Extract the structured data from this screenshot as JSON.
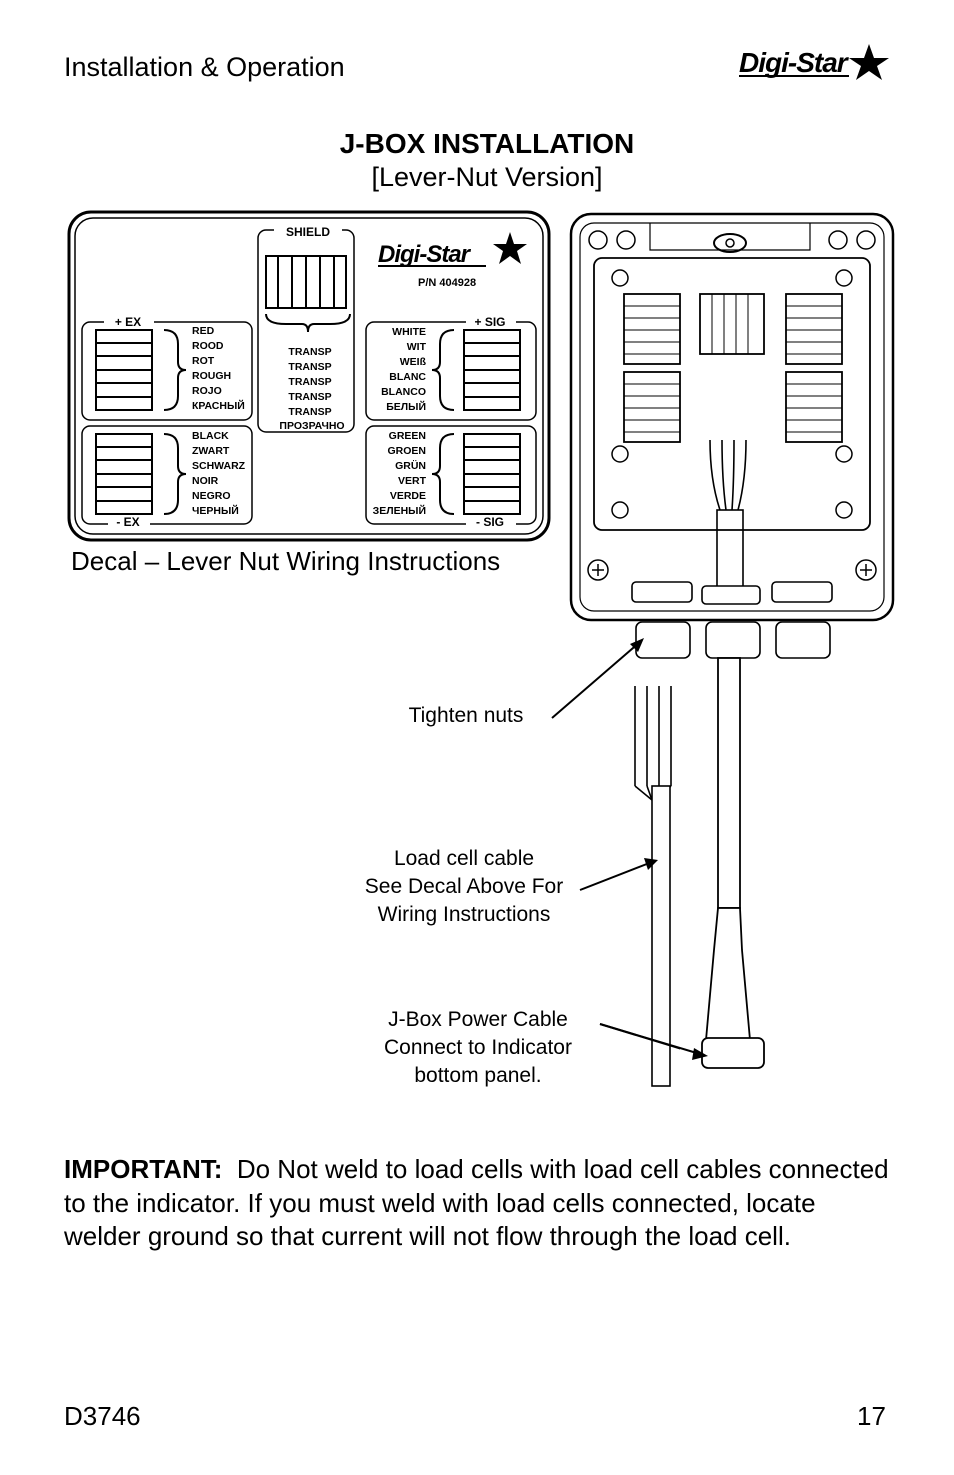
{
  "header": {
    "title": "Installation & Operation",
    "logo": "Digi-Star"
  },
  "page_title": "J-BOX INSTALLATION",
  "page_subtitle": "[Lever-Nut Version]",
  "decal": {
    "brand": "Digi-Star",
    "part_number": "P/N 404928",
    "shield_label": "SHIELD",
    "shield_words": [
      "TRANSP",
      "TRANSP",
      "TRANSP",
      "TRANSP",
      "TRANSP",
      "ПРОЗРАЧНО"
    ],
    "ex_plus_label": "+ EX",
    "ex_plus_words": [
      "RED",
      "ROOD",
      "ROT",
      "ROUGH",
      "ROJO",
      "КРАСНЫЙ"
    ],
    "ex_minus_label": "- EX",
    "ex_minus_words": [
      "BLACK",
      "ZWART",
      "SCHWARZ",
      "NOIR",
      "NEGRO",
      "ЧЕРНЫЙ"
    ],
    "sig_plus_label": "+ SIG",
    "sig_plus_words": [
      "WHITE",
      "WIT",
      "WEIß",
      "BLANC",
      "BLANCO",
      "БЕЛЫЙ"
    ],
    "sig_minus_label": "- SIG",
    "sig_minus_words": [
      "GREEN",
      "GROEN",
      "GRÜN",
      "VERT",
      "VERDE",
      "ЗЕЛЕНЫЙ"
    ]
  },
  "decal_caption": "Decal – Lever Nut Wiring Instructions",
  "callouts": {
    "tighten_nuts": "Tighten nuts",
    "load_cell_cable": [
      "Load cell cable",
      "See Decal Above For",
      "Wiring Instructions"
    ],
    "power_cable": [
      "J-Box Power Cable",
      "Connect to Indicator",
      "bottom panel."
    ]
  },
  "important": {
    "lead": "IMPORTANT:",
    "text": "Do Not weld to load cells with load cell cables connected to the indicator. If you must weld with load cells connected, locate welder ground so that current will not flow through the load cell."
  },
  "footer": {
    "doc_number": "D3746",
    "page_number": "17"
  }
}
